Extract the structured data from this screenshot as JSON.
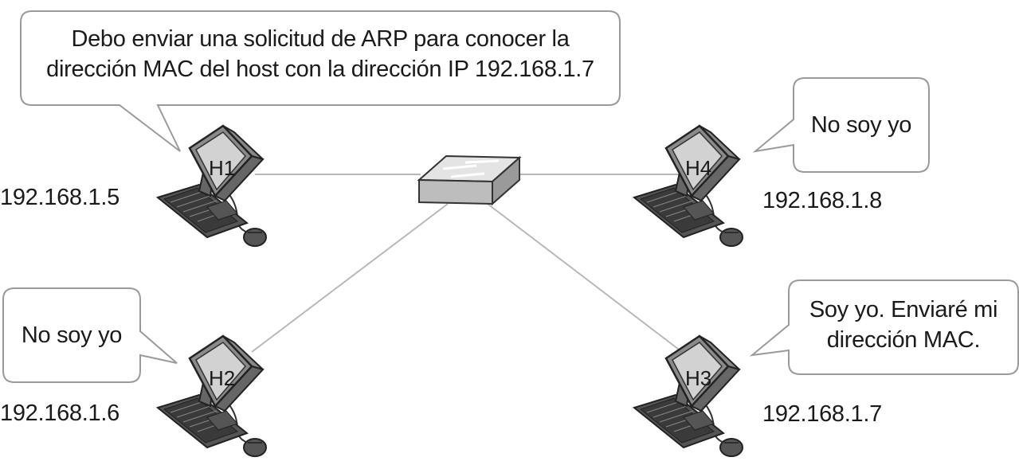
{
  "hosts": {
    "h1": {
      "name": "H1",
      "ip": "192.168.1.5"
    },
    "h2": {
      "name": "H2",
      "ip": "192.168.1.6"
    },
    "h3": {
      "name": "H3",
      "ip": "192.168.1.7"
    },
    "h4": {
      "name": "H4",
      "ip": "192.168.1.8"
    }
  },
  "bubbles": {
    "h1": {
      "line1": "Debo enviar una solicitud de ARP para conocer la",
      "line2": "dirección MAC del host con la dirección IP 192.168.1.7"
    },
    "h2": {
      "line1": "No soy yo"
    },
    "h3": {
      "line1": "Soy yo. Enviaré mi",
      "line2": "dirección MAC."
    },
    "h4": {
      "line1": "No soy yo"
    }
  },
  "icons": {
    "device": "desktop-computer-icon",
    "hub": "network-switch-icon"
  },
  "colors": {
    "line": "#b8b8b8",
    "bubble_border": "#9a9a9a",
    "monitor_screen": "#d2d2d2",
    "device_dark": "#555555"
  }
}
